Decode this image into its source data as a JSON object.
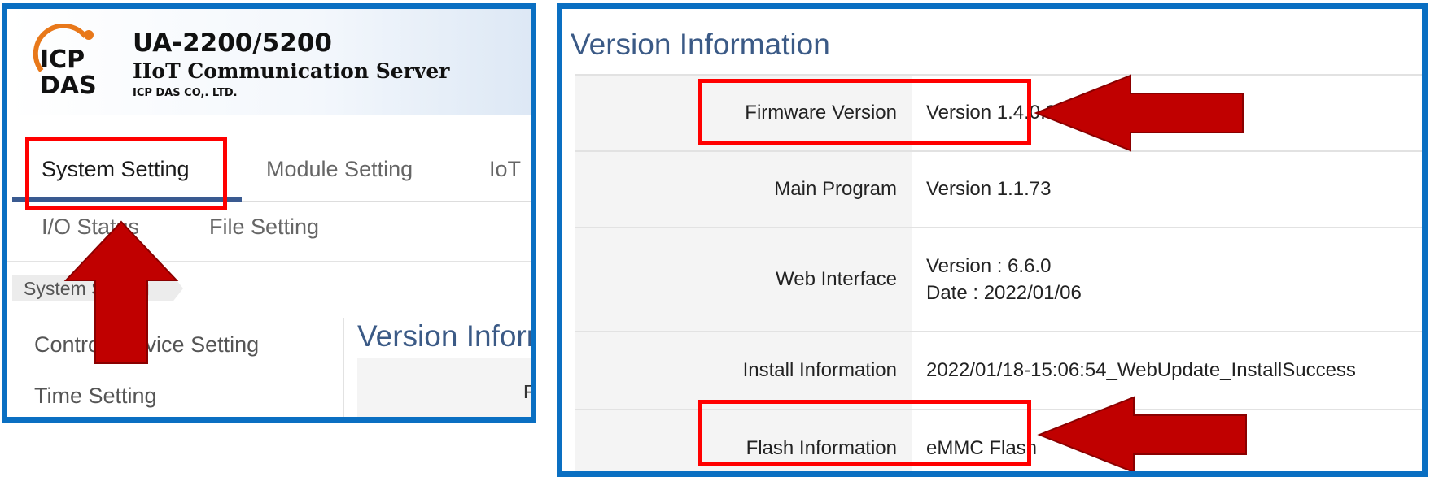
{
  "header": {
    "logo_line1": "ICP",
    "logo_line2": "DAS",
    "product_name": "UA-2200/5200",
    "product_subtitle": "IIoT Communication Server",
    "company": "ICP DAS CO,. LTD."
  },
  "tabs": [
    {
      "label": "System Setting",
      "active": true
    },
    {
      "label": "Module Setting"
    },
    {
      "label": "IoT"
    },
    {
      "label": "I/O Status"
    },
    {
      "label": "File Setting"
    }
  ],
  "breadcrumb": "System Setting",
  "sidebar": {
    "items": [
      {
        "label": "Control Service Setting"
      },
      {
        "label": "Time Setting"
      }
    ]
  },
  "left_content": {
    "title": "Version Information",
    "partial_label": "F"
  },
  "version_info": {
    "title": "Version Information",
    "rows": [
      {
        "label": "Firmware Version",
        "value": "Version 1.4.0.0"
      },
      {
        "label": "Main Program",
        "value": "Version 1.1.73"
      },
      {
        "label": "Web Interface",
        "value_line1": "Version : 6.6.0",
        "value_line2": "Date : 2022/01/06"
      },
      {
        "label": "Install Information",
        "value": "2022/01/18-15:06:54_WebUpdate_InstallSuccess"
      },
      {
        "label": "Flash Information",
        "value": "eMMC Flash"
      }
    ]
  },
  "colors": {
    "panel_border": "#0a6fc2",
    "highlight_box": "#ff0000",
    "arrow": "#c00000",
    "title_blue": "#3b5a86",
    "tab_indicator": "#3a5a90"
  }
}
